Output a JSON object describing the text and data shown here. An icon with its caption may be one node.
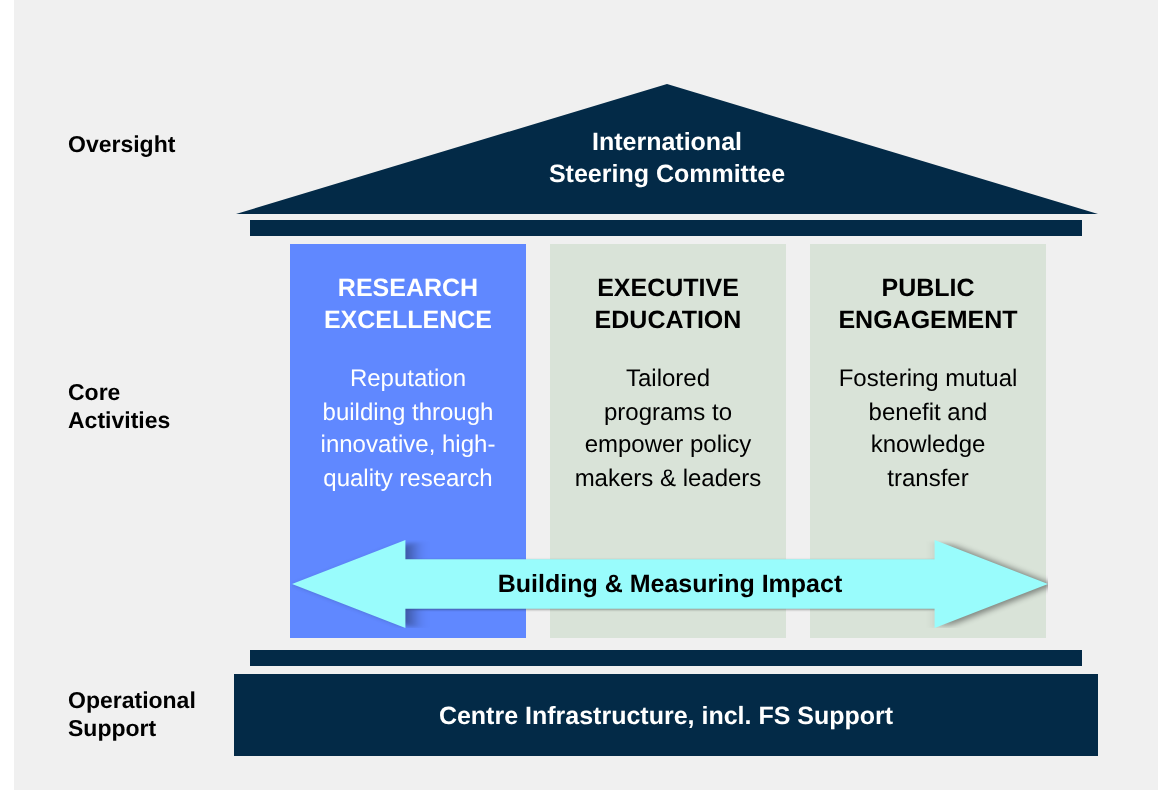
{
  "diagram": {
    "nodes": [
      {
        "text": [
          "International Steering Committee"
        ]
      },
      {
        "text": [
          "RESEARCH EXCELLENCE",
          "Reputation building through innovative, high-quality research"
        ]
      },
      {
        "text": [
          "EXECUTIVE EDUCATION",
          "Tailored programs to empower policy makers & leaders"
        ]
      },
      {
        "text": [
          "PUBLIC ENGAGEMENT",
          "Fostering mutual benefit and knowledge transfer"
        ]
      },
      {
        "text": [
          "Building & Measuring Impact"
        ]
      },
      {
        "text": [
          "Centre Infrastructure, incl. FS Support"
        ]
      }
    ],
    "edges": [],
    "labels": [
      "Oversight",
      "Core Activities",
      "Operational Support"
    ]
  }
}
